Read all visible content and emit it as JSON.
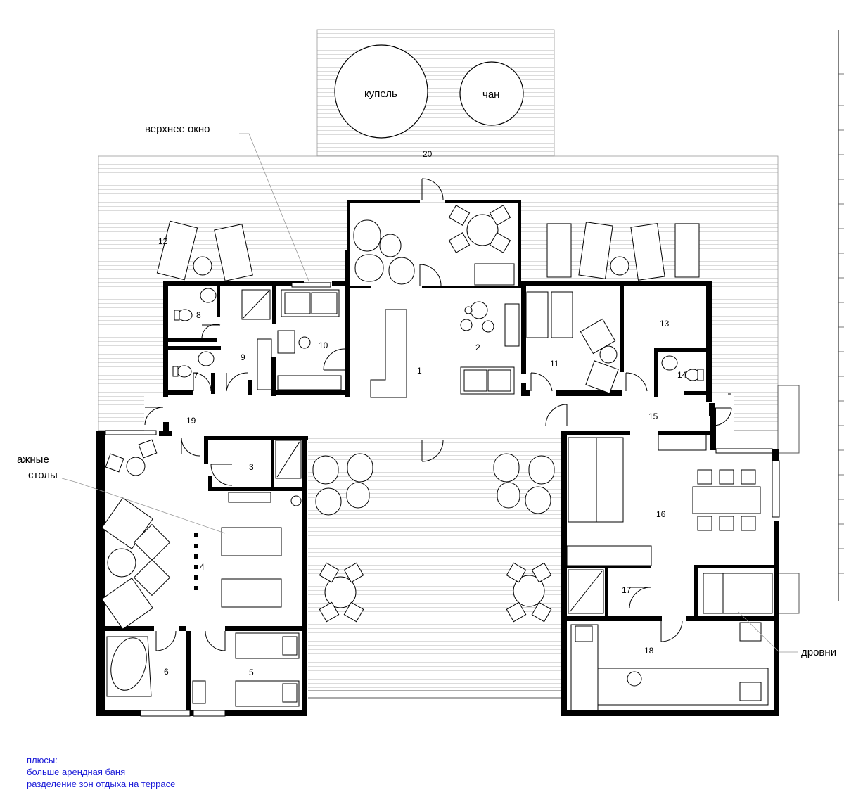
{
  "labels": {
    "top_window": "верхнее окно",
    "font": "купель",
    "vat": "чан",
    "tables_line1": "ажные",
    "tables_line2": "столы",
    "woodshed": "дровни"
  },
  "rooms": [
    "1",
    "2",
    "3",
    "4",
    "5",
    "6",
    "7",
    "8",
    "9",
    "10",
    "11",
    "12",
    "13",
    "14",
    "15",
    "16",
    "17",
    "18",
    "19",
    "20"
  ],
  "notes": {
    "title": "плюсы:",
    "items": [
      "больше арендная баня",
      "разделение зон отдыха на террасе"
    ]
  },
  "colors": {
    "wall": "#000000",
    "line": "#333333",
    "deck": "#cfcfcf",
    "notes": "#1a1ad8"
  }
}
